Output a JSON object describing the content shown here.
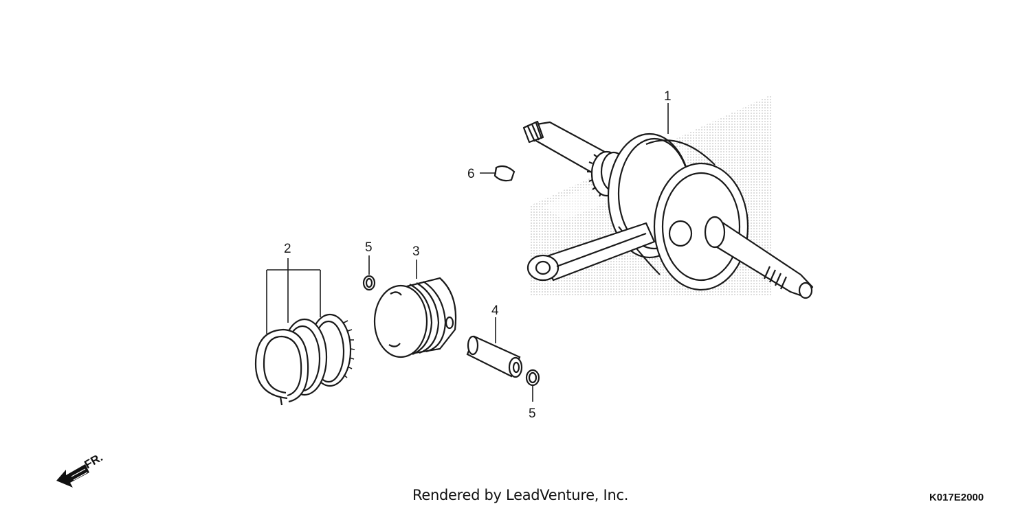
{
  "callouts": {
    "part_1": "1",
    "part_2": "2",
    "part_3": "3",
    "part_4": "4",
    "part_5_upper": "5",
    "part_5_lower": "5",
    "part_6": "6"
  },
  "direction_indicator": {
    "label": "FR.",
    "icon": "front-arrow-icon"
  },
  "footer": {
    "credit": "Rendered by LeadVenture, Inc.",
    "diagram_code": "K017E2000"
  },
  "colors": {
    "line": "#1a1a1a",
    "watermark": "#c8c8c8"
  }
}
